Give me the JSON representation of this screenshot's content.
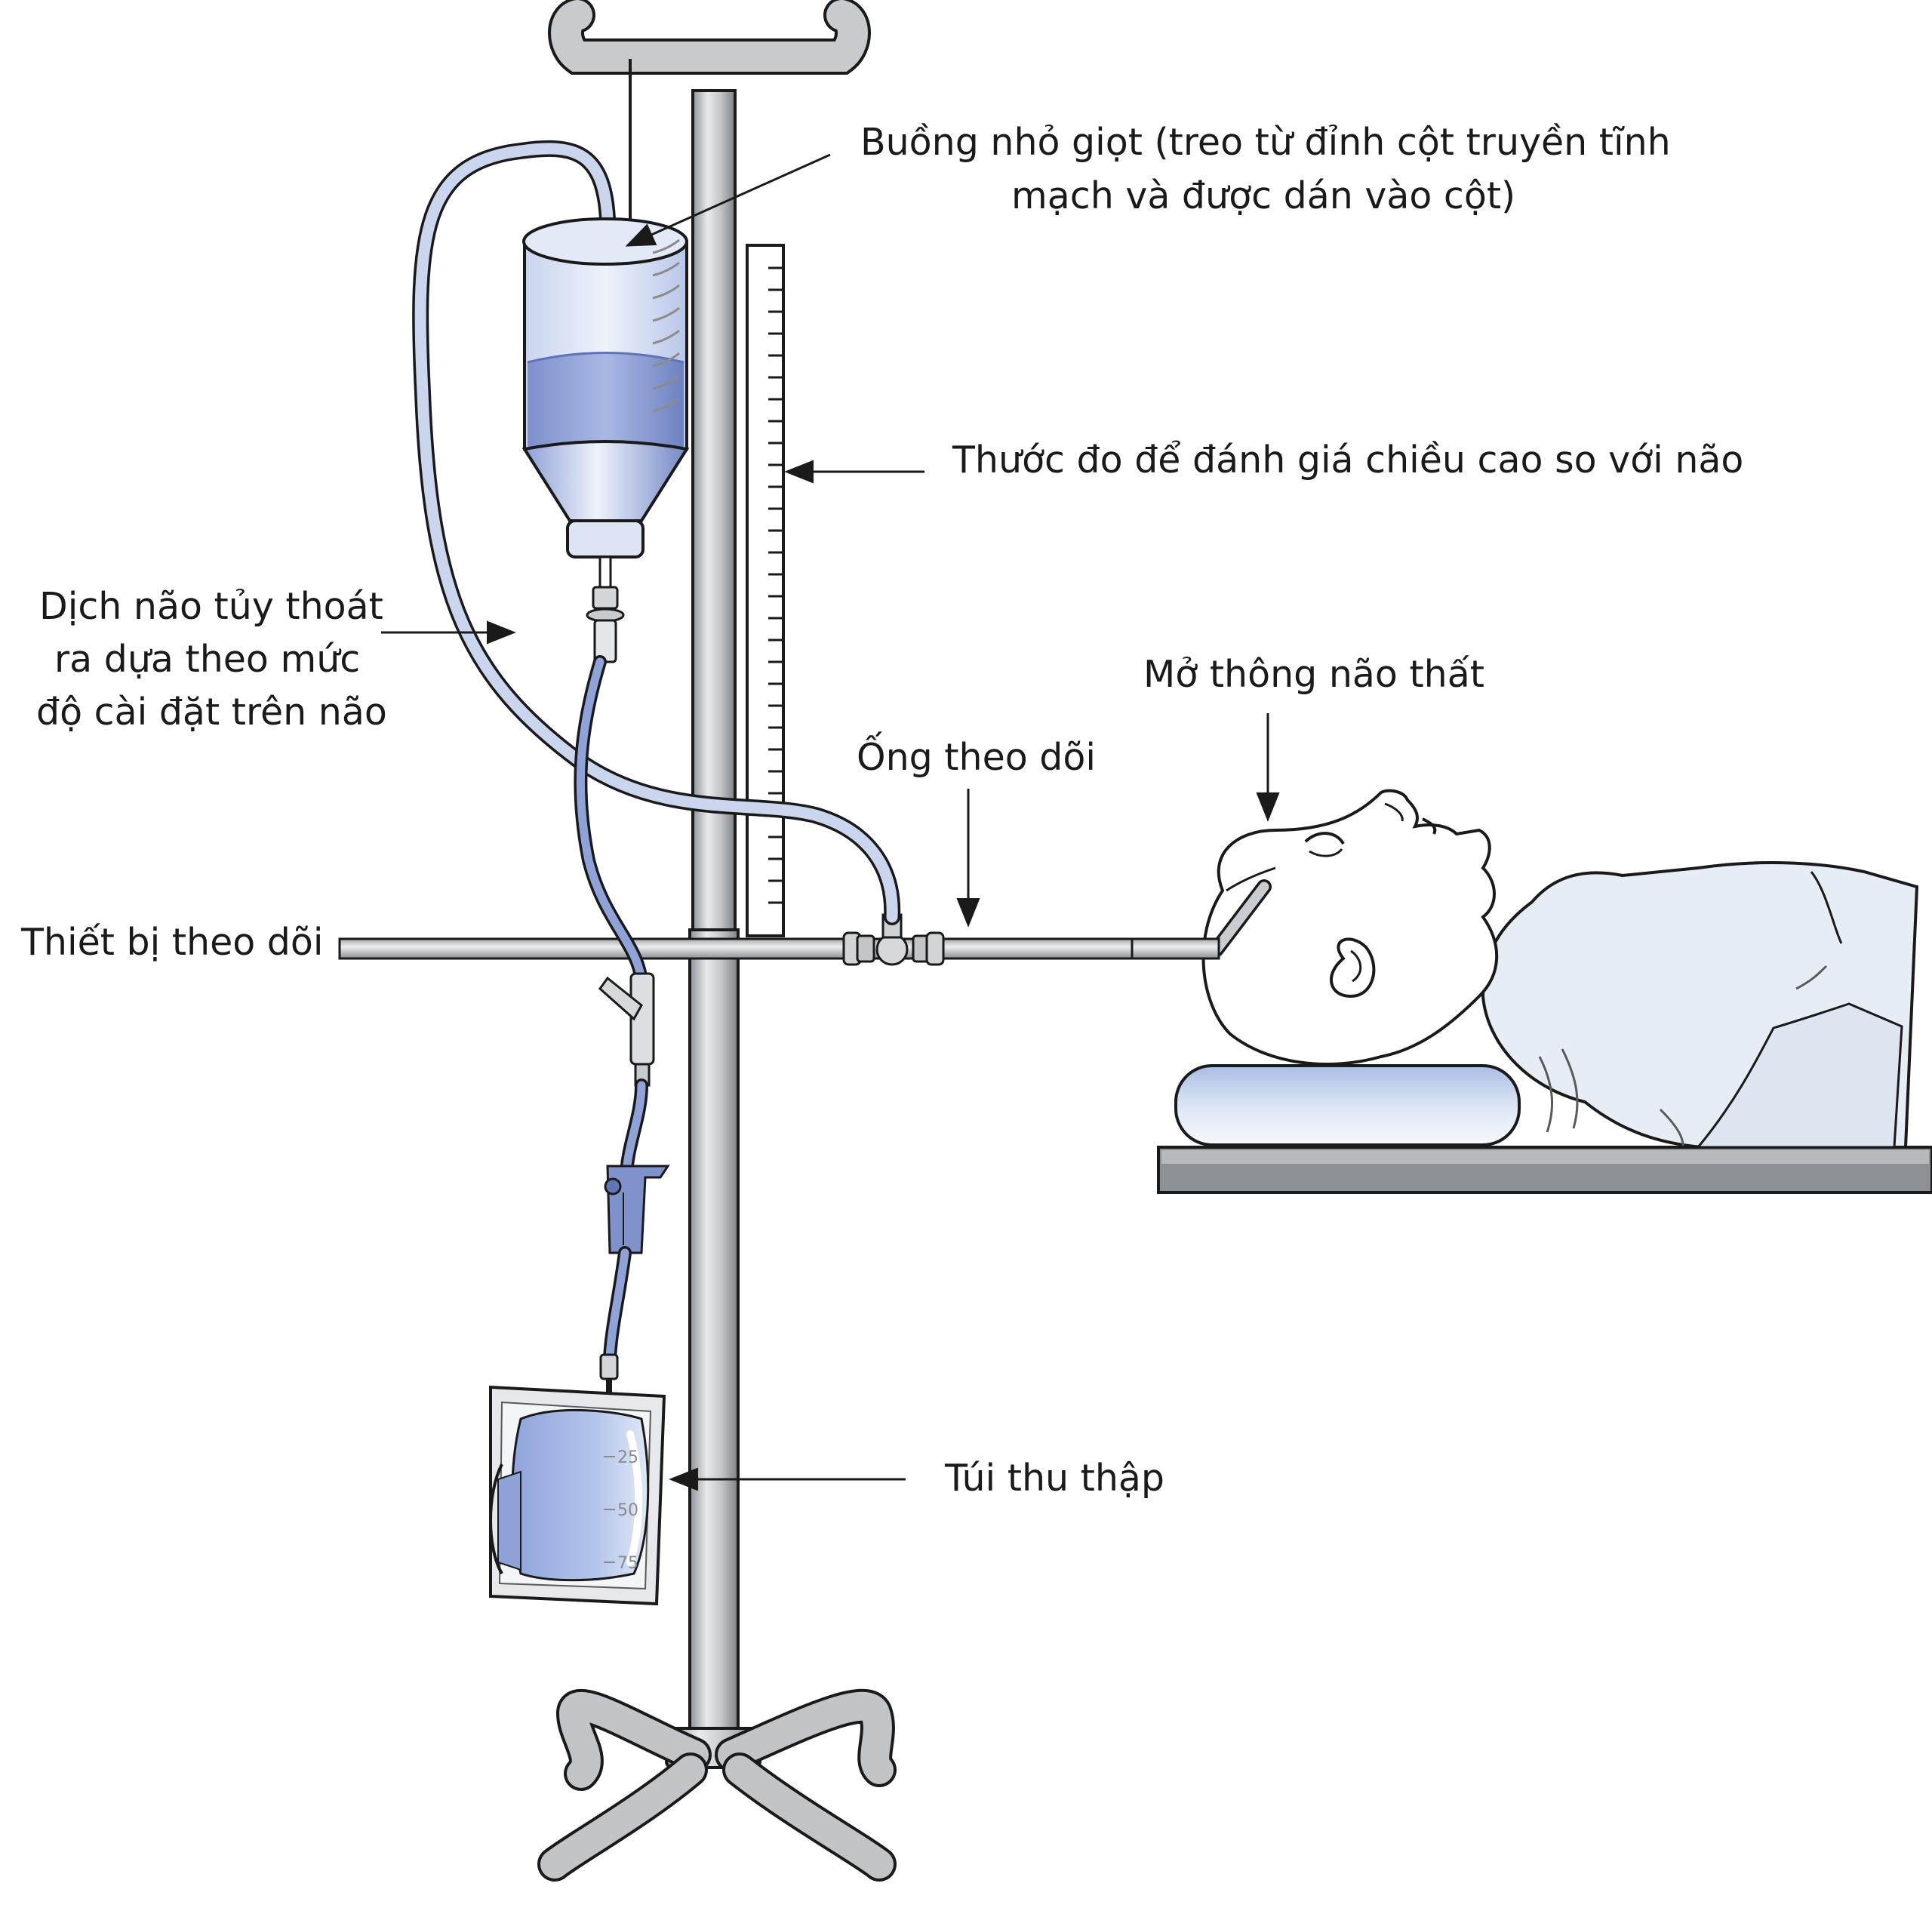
{
  "labels": {
    "drip_chamber_line1": "Buồng nhỏ giọt (treo từ đỉnh cột truyền tĩnh",
    "drip_chamber_line2": "mạch và được dán vào cột)",
    "ruler": "Thước đo để đánh giá chiều cao so với não",
    "csf_line1": "Dịch não tủy thoát",
    "csf_line2": "ra dựa theo mức",
    "csf_line3": "độ cài đặt trên não",
    "ventriculostomy": "Mở thông não thất",
    "monitor_tube": "Ống theo dõi",
    "monitor_device": "Thiết bị theo dõi",
    "collection_bag": "Túi thu thập"
  },
  "bag_scale": [
    "25",
    "50",
    "75"
  ],
  "colors": {
    "pole": "#b9bcc0",
    "fluid": "#8fa3d8",
    "tube": "#c9d6ee",
    "outline": "#1a1a1a",
    "gown": "#e6edf5"
  }
}
